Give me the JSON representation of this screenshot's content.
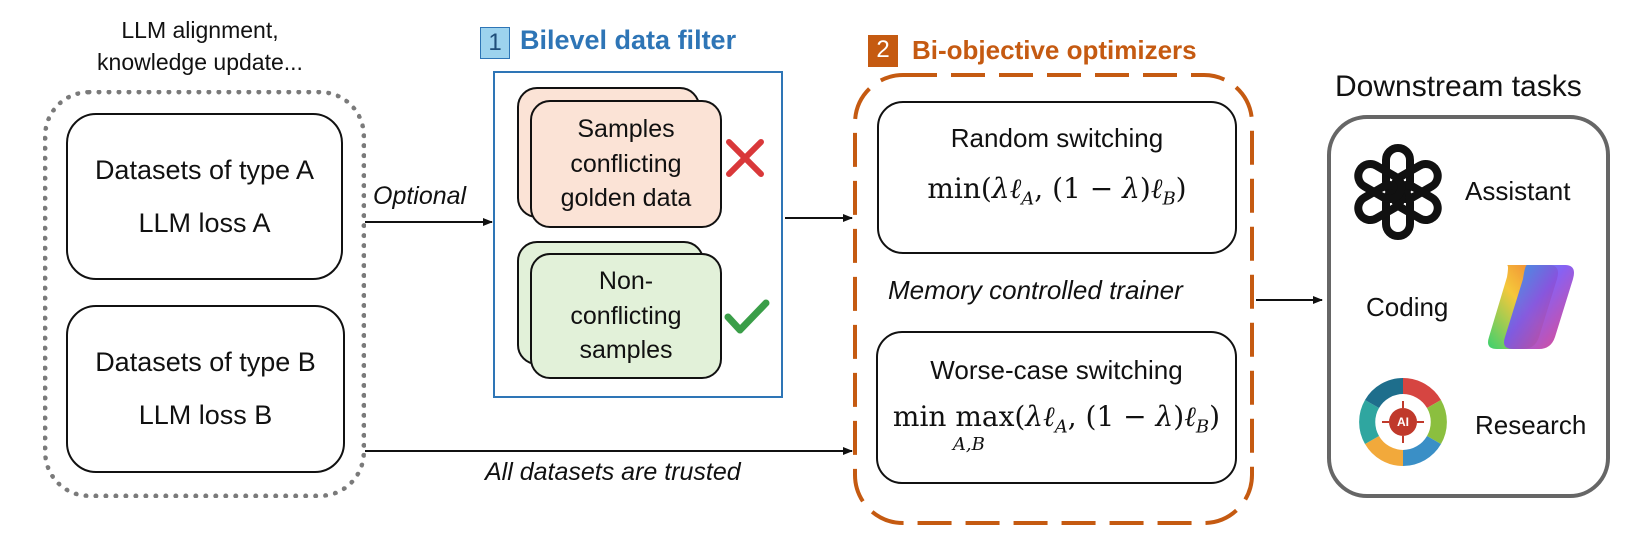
{
  "left": {
    "caption_line1": "LLM alignment,",
    "caption_line2": "knowledge update...",
    "box_a_title": "Datasets of type A",
    "box_a_loss": "LLM loss A",
    "box_b_title": "Datasets of type B",
    "box_b_loss": "LLM loss B"
  },
  "edges": {
    "optional": "Optional",
    "trusted": "All datasets are trusted"
  },
  "filter": {
    "number": "1",
    "title": "Bilevel data filter",
    "conflict_line1": "Samples",
    "conflict_line2": "conflicting",
    "conflict_line3": "golden data",
    "nonconflict_line1": "Non-",
    "nonconflict_line2": "conflicting",
    "nonconflict_line3": "samples",
    "reject_mark": "✕",
    "accept_mark": "✓"
  },
  "optimizers": {
    "number": "2",
    "title": "Bi-objective optimizers",
    "random_title": "Random switching",
    "worse_title": "Worse-case switching",
    "trainer": "Memory controlled trainer"
  },
  "tasks": {
    "title": "Downstream tasks",
    "assistant": "Assistant",
    "coding": "Coding",
    "research": "Research",
    "research_logo_center": "AI"
  },
  "colors": {
    "filter_accent": "#2e75b6",
    "filter_badge_bg": "#9dd3ee",
    "optimizer_accent": "#c55a11",
    "conflict_fill": "#fbe3d6",
    "nonconflict_fill": "#e2f1d9",
    "reject": "#d9383a",
    "accept": "#3a9e48"
  }
}
